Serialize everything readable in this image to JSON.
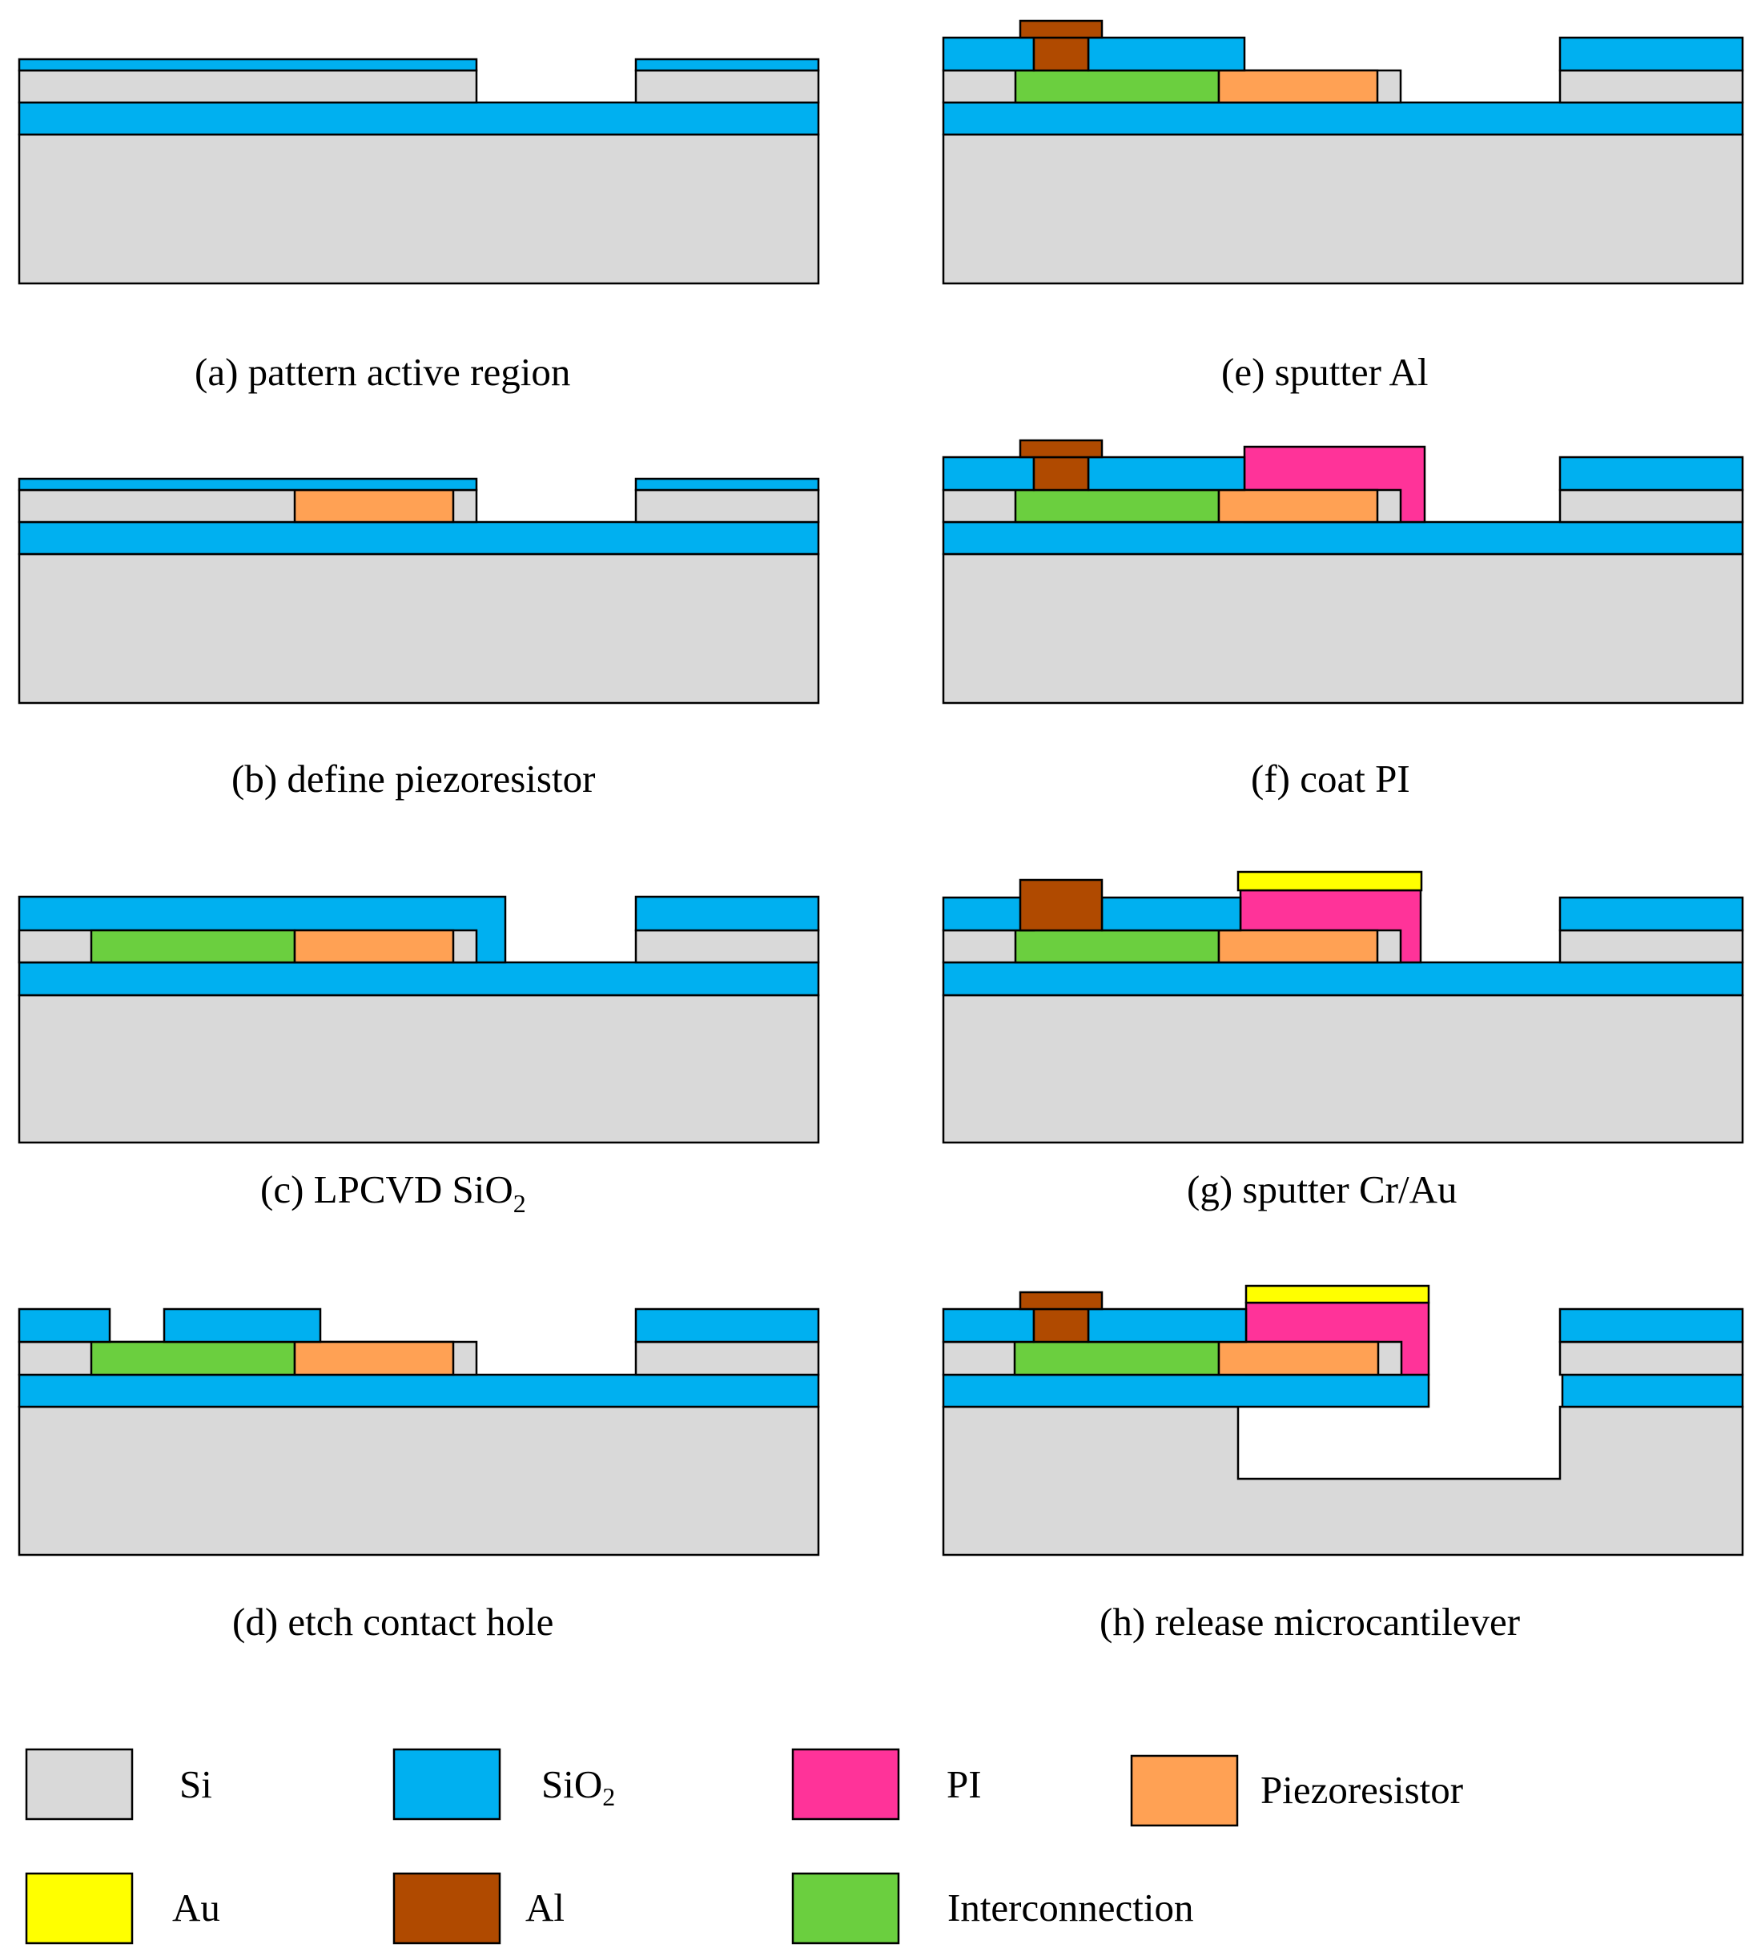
{
  "colors": {
    "Si": "#d9d9d9",
    "SiO2": "#00b0f0",
    "PI": "#ff3399",
    "Piezoresistor": "#ffa154",
    "Au": "#ffff00",
    "Al": "#b04a00",
    "Interconnection": "#6bcf3f",
    "outline": "#000000"
  },
  "captions": {
    "a": "(a)  pattern active region",
    "b": "(b) define piezoresistor",
    "c_main": "(c)  LPCVD SiO",
    "c_sub": "2",
    "d": "(d) etch contact hole",
    "e": "(e) sputter Al",
    "f": "(f) coat PI",
    "g": "(g) sputter Cr/Au",
    "h": "(h) release microcantilever"
  },
  "legend": {
    "si": "Si",
    "sio2_main": "SiO",
    "sio2_sub": "2",
    "pi": "PI",
    "piezoresistor": "Piezoresistor",
    "au": "Au",
    "al": "Al",
    "interconnection": "Interconnection"
  }
}
